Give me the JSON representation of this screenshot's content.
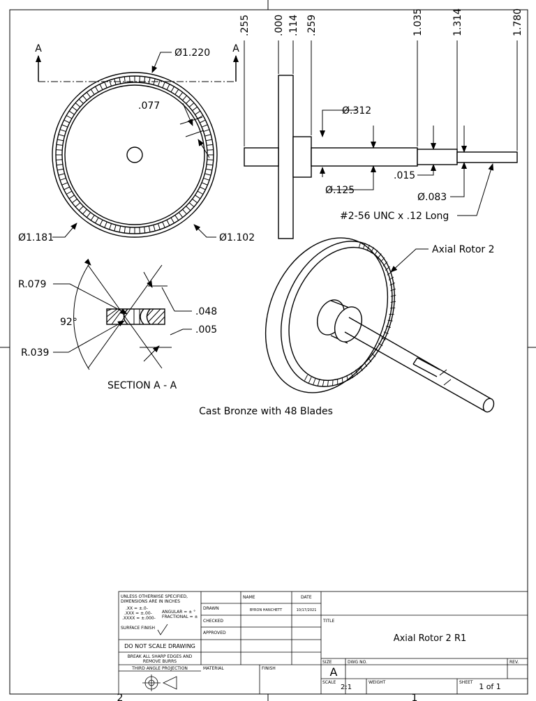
{
  "view_labels": {
    "section_letter_left": "A",
    "section_letter_right": "A",
    "section_caption": "SECTION A - A",
    "material_note": "Cast Bronze with 48 Blades",
    "callout_part": "Axial Rotor 2"
  },
  "front_view": {
    "dim_overall_dia": "Ø1.220",
    "dim_blade_gap": ".077",
    "dim_outer_dia": "Ø1.181",
    "dim_inner_dia": "Ø1.102"
  },
  "side_view": {
    "ordinates": [
      ".255",
      ".000",
      ".114",
      ".259",
      "1.035",
      "1.314",
      "1.780"
    ],
    "dim_hub_dia": "Ø.312",
    "dim_shaft_dia": "Ø.125",
    "dim_step": ".015",
    "dim_tip_dia": "Ø.083",
    "thread_note": "#2-56 UNC x .12 Long"
  },
  "section_view": {
    "radius_large": "R.079",
    "radius_small": "R.039",
    "angle": "92°",
    "blade_width": ".048",
    "blade_gap": ".005"
  },
  "title_block": {
    "tolerance_note_1": "UNLESS OTHERWISE SPECIFIED,",
    "tolerance_note_2": "DIMENSIONS ARE IN INCHES",
    "tol_xx": ".XX = ±.0-",
    "tol_xxx": ".XXX = ±.00-",
    "tol_xxxx": ".XXXX = ±.000-",
    "tol_angular": "ANGULAR = ± °",
    "tol_fractional": "FRACTIONAL = ±",
    "surface_finish": "SURFACE FINISH",
    "do_not_scale": "DO NOT SCALE DRAWING",
    "break_edges_1": "BREAK ALL SHARP EDGES AND",
    "break_edges_2": "REMOVE BURRS",
    "projection": "THIRD ANGLE PROJECTION",
    "col_name": "NAME",
    "col_date": "DATE",
    "row_drawn": "DRAWN",
    "row_checked": "CHECKED",
    "row_approved": "APPROVED",
    "drawn_name": "BYRON HANCHETT",
    "drawn_date": "10/17/2021",
    "material_label": "MATERIAL",
    "finish_label": "FINISH",
    "title_label": "TITLE",
    "title": "Axial Rotor 2 R1",
    "size_label": "SIZE",
    "size": "A",
    "dwg_no_label": "DWG NO.",
    "rev_label": "REV.",
    "scale_label": "SCALE",
    "scale": "2:1",
    "weight_label": "WEIGHT",
    "sheet_label": "SHEET",
    "sheet": "1 of 1"
  },
  "zone_markers": {
    "left": "2",
    "right": "1"
  }
}
